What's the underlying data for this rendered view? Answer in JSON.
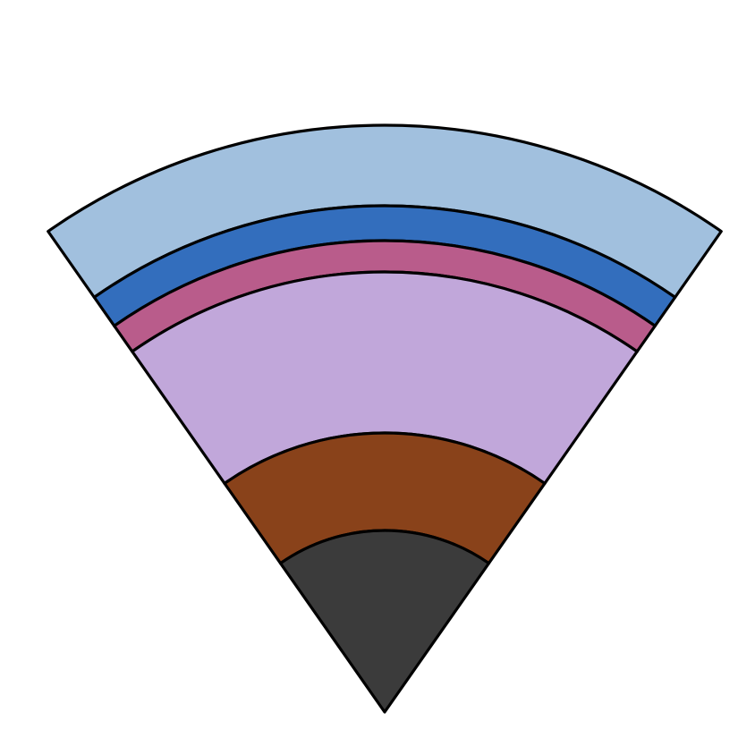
{
  "diagram": {
    "layers": [
      {
        "id": "layer-1",
        "color": "#a1c0de"
      },
      {
        "id": "layer-2",
        "color": "#336ebd"
      },
      {
        "id": "layer-3",
        "color": "#b95c8b"
      },
      {
        "id": "layer-4",
        "color": "#c1a7da"
      },
      {
        "id": "layer-5",
        "color": "#89421a"
      },
      {
        "id": "layer-6",
        "color": "#3b3b3b"
      }
    ]
  }
}
